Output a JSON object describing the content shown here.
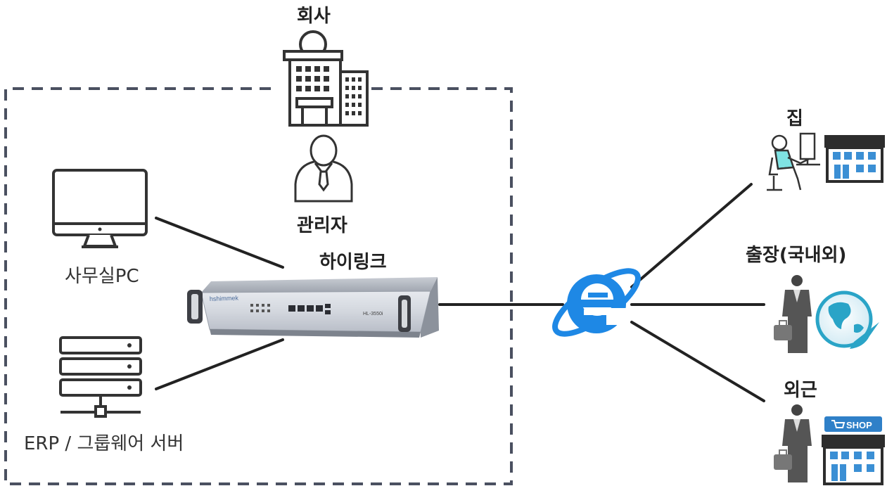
{
  "labels": {
    "company": "회사",
    "admin": "관리자",
    "hilink": "하이링크",
    "office_pc": "사무실PC",
    "erp_server": "ERP / 그룹웨어 서버",
    "home": "집",
    "business_trip": "출장(국내외)",
    "field_work": "외근",
    "device_brand": "hshimmek",
    "device_model": "HL-3550i",
    "shop_sign": "SHOP"
  },
  "colors": {
    "line": "#222222",
    "dash_border": "#4a5060",
    "ie_blue": "#1e88e5",
    "shop_blue": "#2f80c8",
    "window_blue": "#3b8fd4",
    "globe_teal": "#2aa4c7",
    "suit_gray": "#555555"
  },
  "icons": [
    "building-icon",
    "admin-icon",
    "monitor-icon",
    "server-icon",
    "router-device",
    "internet-explorer-icon",
    "home-worker-icon",
    "house-icon",
    "business-traveler-icon",
    "globe-icon",
    "field-worker-icon",
    "shop-icon"
  ]
}
